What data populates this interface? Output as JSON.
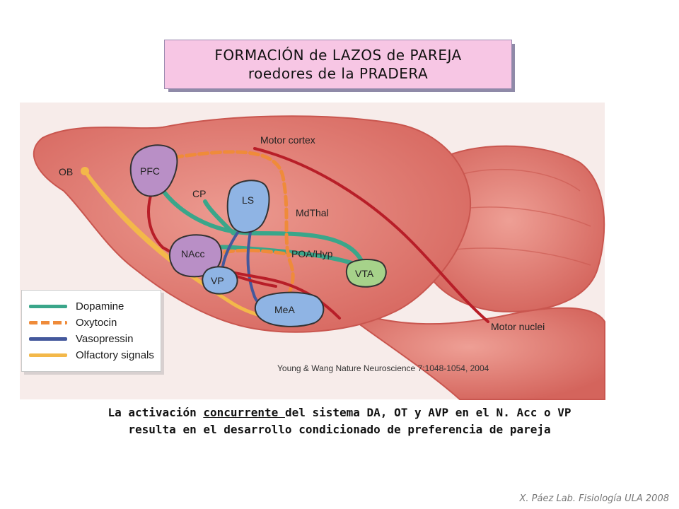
{
  "title": {
    "line1": "FORMACIÓN de LAZOS  de PAREJA",
    "line2": "roedores de la PRADERA"
  },
  "diagram": {
    "regions": {
      "motor_cortex": "Motor cortex",
      "ob": "OB",
      "pfc": "PFC",
      "cp": "CP",
      "ls": "LS",
      "mdthal": "MdThal",
      "nacc": "NAcc",
      "poa_hyp": "POA/Hyp",
      "vta": "VTA",
      "vp": "VP",
      "mea": "MeA",
      "motor_nuclei": "Motor nuclei"
    },
    "colors": {
      "brain_fill": "#e07c72",
      "brain_outline": "#c9564f",
      "dopamine": "#3aa68a",
      "oxytocin": "#ef8b3a",
      "vasopressin": "#44589c",
      "olfactory": "#f3b84a",
      "motor": "#b81e28",
      "purple_region": "#b98fc6",
      "blue_region": "#8fb4e4",
      "green_region": "#a6d28a"
    }
  },
  "legend": {
    "items": [
      {
        "label": "Dopamine",
        "color": "#3aa68a",
        "style": "solid"
      },
      {
        "label": "Oxytocin",
        "color": "#ef8b3a",
        "style": "dashed"
      },
      {
        "label": "Vasopressin",
        "color": "#44589c",
        "style": "solid"
      },
      {
        "label": "Olfactory signals",
        "color": "#f3b84a",
        "style": "solid"
      }
    ]
  },
  "citation": "Young & Wang Nature Neuroscience 7:1048-1054, 2004",
  "caption": {
    "line1_before": "La activación ",
    "line1_underlined": "concurrente ",
    "line1_after": "del sistema DA, OT y AVP en el N. Acc o VP",
    "line2": "resulta en el desarrollo condicionado de preferencia de pareja"
  },
  "footer": "X. Páez  Lab. Fisiología ULA 2008"
}
